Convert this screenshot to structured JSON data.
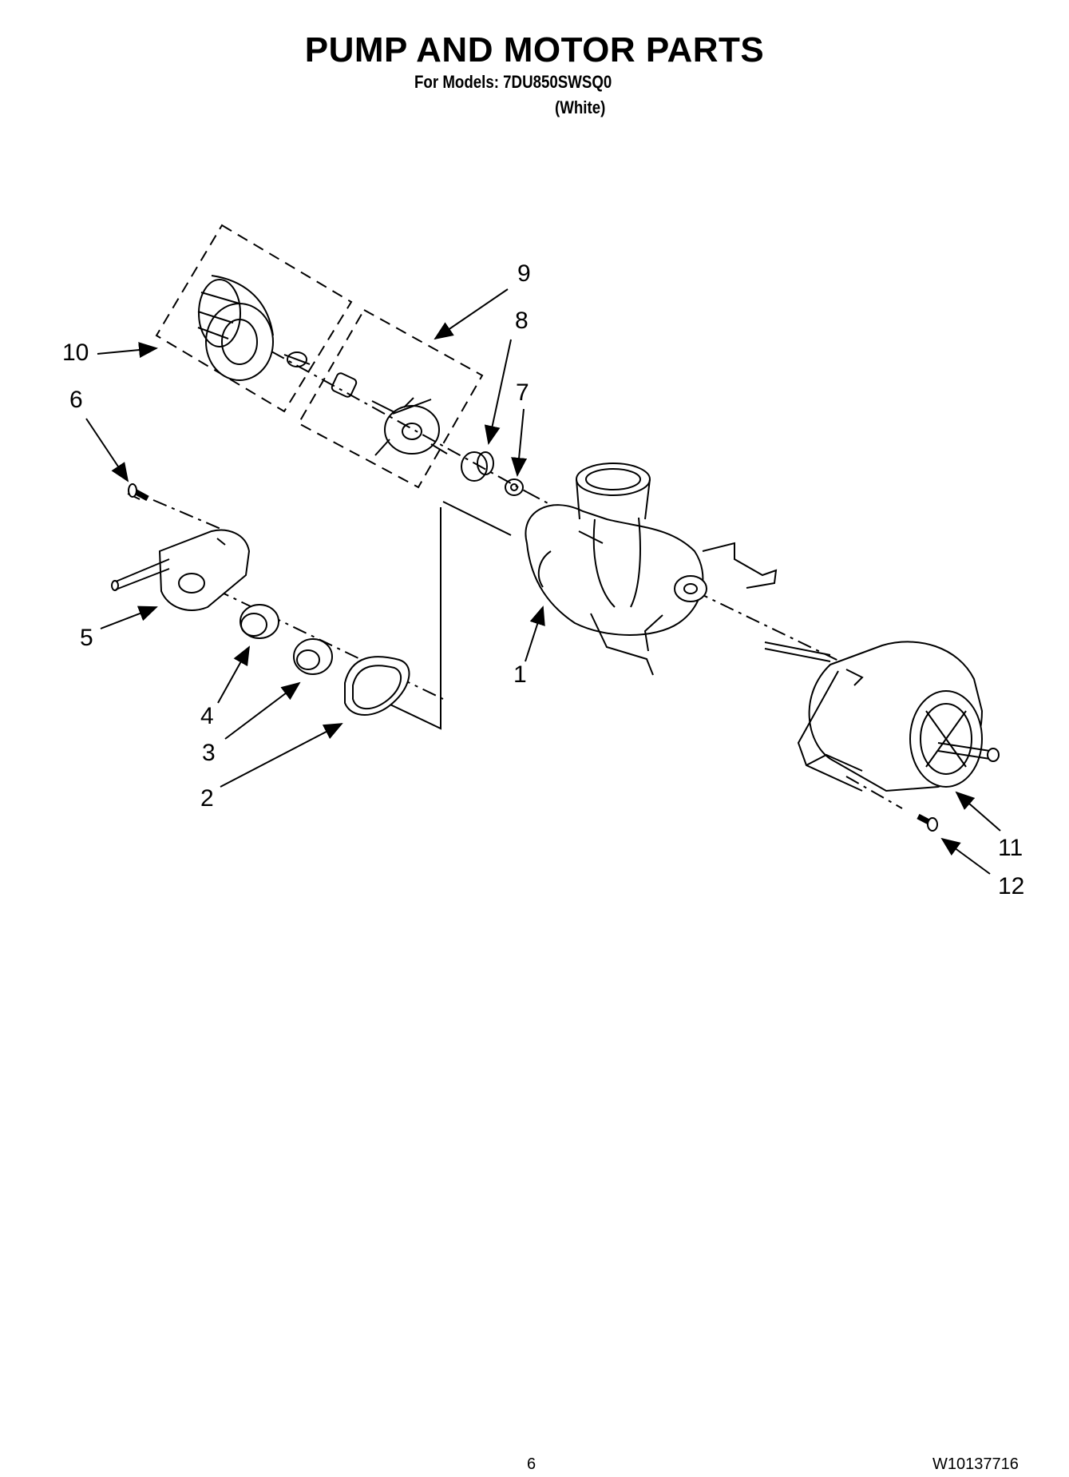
{
  "header": {
    "title": "PUMP AND MOTOR PARTS",
    "models": "For Models: 7DU850SWSQ0",
    "color": "(White)"
  },
  "callouts": [
    "1",
    "2",
    "3",
    "4",
    "5",
    "6",
    "7",
    "8",
    "9",
    "10",
    "11",
    "12"
  ],
  "footer": {
    "page": "6",
    "doc": "W10137716"
  }
}
